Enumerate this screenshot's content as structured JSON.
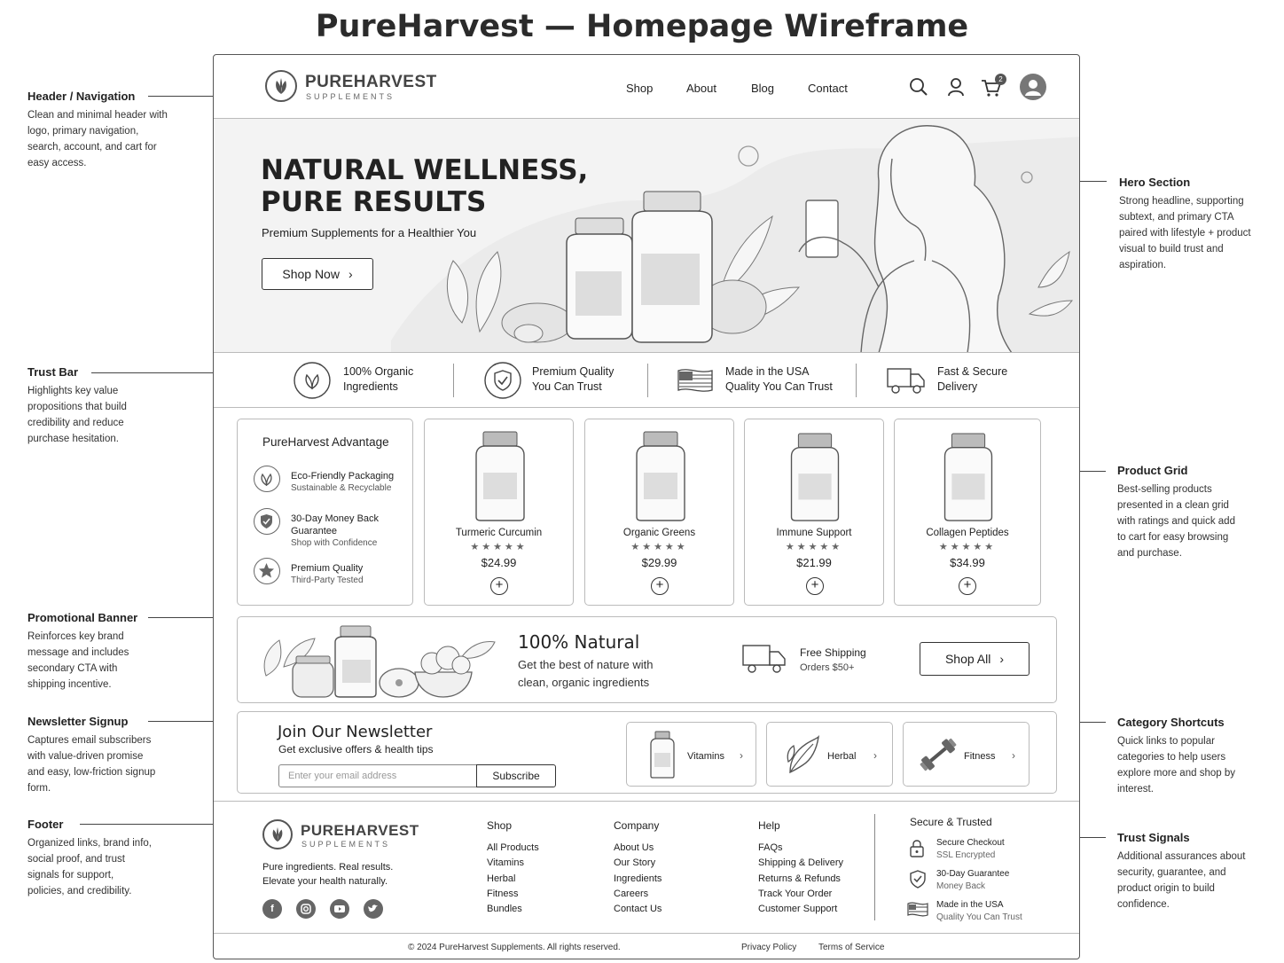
{
  "page_title": "PureHarvest — Homepage Wireframe",
  "annotations": {
    "header": {
      "title": "Header / Navigation",
      "text": "Clean and minimal header with logo, primary navigation, search, account, and cart for easy access."
    },
    "trust": {
      "title": "Trust Bar",
      "text": "Highlights key value propositions that build credibility and reduce purchase hesitation."
    },
    "promo": {
      "title": "Promotional Banner",
      "text": "Reinforces key brand message and includes secondary CTA with shipping incentive."
    },
    "newsletter": {
      "title": "Newsletter Signup",
      "text": "Captures email subscribers with value-driven promise and easy, low-friction signup form."
    },
    "footer": {
      "title": "Footer",
      "text": "Organized links, brand info, social proof, and trust signals for support, policies, and credibility."
    },
    "hero": {
      "title": "Hero Section",
      "text": "Strong headline, supporting subtext, and primary CTA paired with lifestyle + product visual to build trust and aspiration."
    },
    "grid": {
      "title": "Product Grid",
      "text": "Best-selling products presented in a clean grid with ratings and quick add to cart for easy browsing and purchase."
    },
    "categories": {
      "title": "Category Shortcuts",
      "text": "Quick links to popular categories to help users explore more and shop by interest."
    },
    "signals": {
      "title": "Trust Signals",
      "text": "Additional assurances about security, guarantee, and product origin to build confidence."
    }
  },
  "header": {
    "logo_name": "PUREHARVEST",
    "logo_sub": "SUPPLEMENTS",
    "nav": [
      "Shop",
      "About",
      "Blog",
      "Contact"
    ],
    "cart_count": "2"
  },
  "hero": {
    "headline_1": "NATURAL WELLNESS,",
    "headline_2": "PURE RESULTS",
    "subtext": "Premium Supplements for a Healthier You",
    "cta": "Shop Now"
  },
  "trust_bar": [
    {
      "l1": "100% Organic",
      "l2": "Ingredients"
    },
    {
      "l1": "Premium Quality",
      "l2": "You Can Trust"
    },
    {
      "l1": "Made in the USA",
      "l2": "Quality You Can Trust"
    },
    {
      "l1": "Fast & Secure",
      "l2": "Delivery"
    }
  ],
  "advantage": {
    "title": "PureHarvest Advantage",
    "items": [
      {
        "title": "Eco-Friendly Packaging",
        "sub": "Sustainable & Recyclable"
      },
      {
        "title": "30-Day Money Back Guarantee",
        "sub": "Shop with Confidence"
      },
      {
        "title": "Premium Quality",
        "sub": "Third-Party Tested"
      }
    ]
  },
  "products": [
    {
      "name": "Turmeric Curcumin",
      "price": "$24.99",
      "rating": 5
    },
    {
      "name": "Organic Greens",
      "price": "$29.99",
      "rating": 5
    },
    {
      "name": "Immune Support",
      "price": "$21.99",
      "rating": 5
    },
    {
      "name": "Collagen Peptides",
      "price": "$34.99",
      "rating": 5
    }
  ],
  "stars": "★★★★★",
  "promo": {
    "headline": "100% Natural",
    "text": "Get the best of nature with clean, organic ingredients",
    "ship_title": "Free Shipping",
    "ship_sub": "Orders $50+",
    "cta": "Shop All"
  },
  "newsletter": {
    "headline": "Join Our Newsletter",
    "sub": "Get exclusive offers & health tips",
    "placeholder": "Enter your email address",
    "button": "Subscribe"
  },
  "categories": [
    "Vitamins",
    "Herbal",
    "Fitness"
  ],
  "footer": {
    "logo_name": "PUREHARVEST",
    "logo_sub": "SUPPLEMENTS",
    "tagline_1": "Pure ingredients. Real results.",
    "tagline_2": "Elevate your health naturally.",
    "columns": [
      {
        "title": "Shop",
        "links": [
          "All Products",
          "Vitamins",
          "Herbal",
          "Fitness",
          "Bundles"
        ]
      },
      {
        "title": "Company",
        "links": [
          "About Us",
          "Our Story",
          "Ingredients",
          "Careers",
          "Contact Us"
        ]
      },
      {
        "title": "Help",
        "links": [
          "FAQs",
          "Shipping & Delivery",
          "Returns & Refunds",
          "Track Your Order",
          "Customer Support"
        ]
      }
    ],
    "secure": {
      "title": "Secure & Trusted",
      "items": [
        {
          "title": "Secure Checkout",
          "sub": "SSL Encrypted"
        },
        {
          "title": "30-Day Guarantee",
          "sub": "Money Back"
        },
        {
          "title": "Made in the USA",
          "sub": "Quality You Can Trust"
        }
      ]
    },
    "copyright": "© 2024 PureHarvest Supplements. All rights reserved.",
    "privacy": "Privacy Policy",
    "terms": "Terms of Service"
  },
  "colors": {
    "frame": "#555555",
    "hero_bg": "#f3f3f3",
    "accent": "#333333"
  }
}
